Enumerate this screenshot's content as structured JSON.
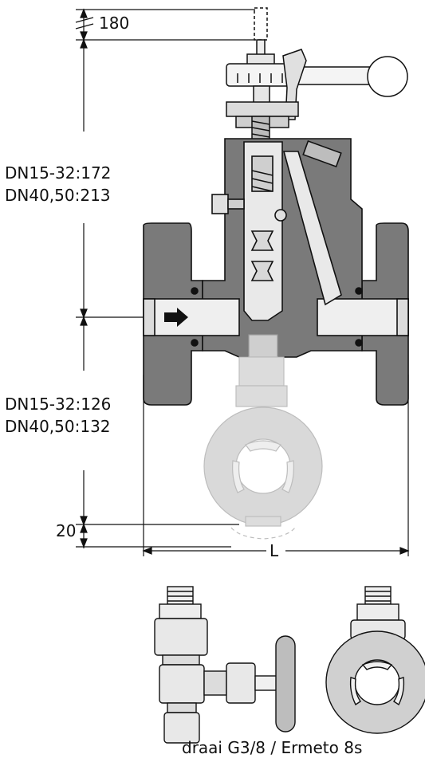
{
  "dimensions": {
    "top_height": "180",
    "upper_height_line1": "DN15-32:172",
    "upper_height_line2": "DN40,50:213",
    "lower_height_line1": "DN15-32:126",
    "lower_height_line2": "DN40,50:132",
    "bottom_offset": "20",
    "length_label": "L"
  },
  "caption": "draai G3/8 / Ermeto 8s",
  "colors": {
    "body": "#7a7a7a",
    "body_dark": "#5a5a5a",
    "part_light": "#e6e6e6",
    "part_gray": "#cfcfcf",
    "ghost": "#d9d9d9",
    "line": "#111111"
  }
}
